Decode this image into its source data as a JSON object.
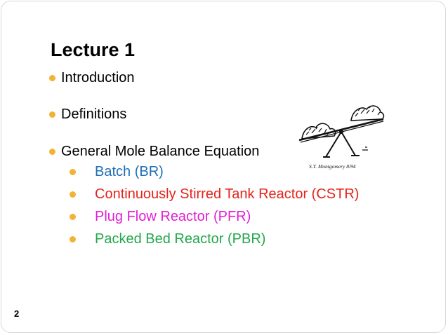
{
  "slide": {
    "title": "Lecture 1",
    "bullets": [
      "Introduction",
      "Definitions",
      "General Mole Balance Equation"
    ],
    "sub_bullets": [
      {
        "text": "Batch (BR)",
        "color": "#1f6fb5"
      },
      {
        "text": "Continuously Stirred Tank Reactor (CSTR)",
        "color": "#e5231b"
      },
      {
        "text": "Plug Flow Reactor (PFR)",
        "color": "#e11fd3"
      },
      {
        "text": "Packed Bed Reactor (PBR)",
        "color": "#22a74a"
      }
    ],
    "bullet_color": "#f2b233",
    "page_number": "2"
  },
  "illustration": {
    "icon": "seesaw-sketch-icon",
    "signature": "S.T. Montgomery 8/94"
  }
}
